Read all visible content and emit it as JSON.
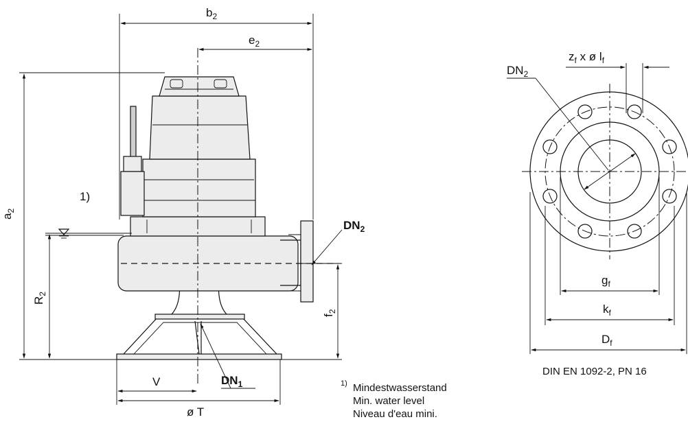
{
  "dimensions": {
    "b2": {
      "main": "b",
      "sub": "2"
    },
    "e2": {
      "main": "e",
      "sub": "2"
    },
    "a2": {
      "main": "a",
      "sub": "2"
    },
    "R2": {
      "main": "R",
      "sub": "2"
    },
    "f2": {
      "main": "f",
      "sub": "2"
    },
    "V": "V",
    "T": "ø T",
    "note_ref": "1)"
  },
  "connections": {
    "DN2_pump": {
      "main": "DN",
      "sub": "2"
    },
    "DN1": {
      "main": "DN",
      "sub": "1"
    },
    "DN2_flange": {
      "main": "DN",
      "sub": "2"
    }
  },
  "flange": {
    "bolt_label": {
      "a": "z",
      "a_sub": "f",
      "mid": " x ø l",
      "b_sub": "f"
    },
    "gf": {
      "main": "g",
      "sub": "f"
    },
    "kf": {
      "main": "k",
      "sub": "f"
    },
    "Df": {
      "main": "D",
      "sub": "f"
    },
    "standard": "DIN EN 1092-2, PN 16"
  },
  "footnote": {
    "marker": "1)",
    "lines": [
      "Mindestwasserstand",
      "Min. water level",
      "Niveau d'eau mini."
    ]
  }
}
